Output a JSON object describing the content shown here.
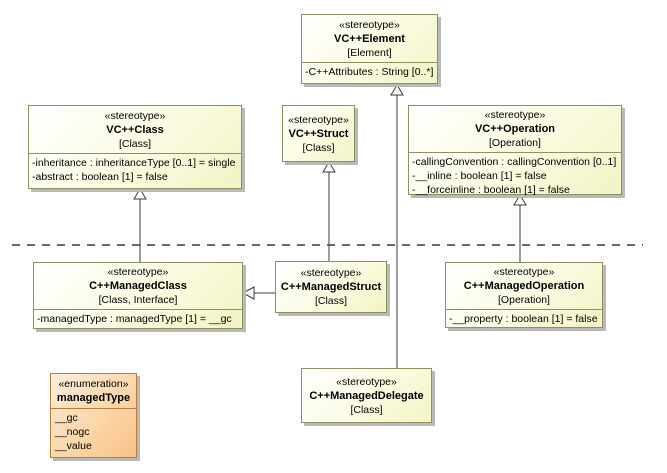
{
  "diagram": {
    "type": "uml-profile-diagram",
    "colors": {
      "class_fill": "#f3f3c4",
      "class_fill_highlight": "#ffffff",
      "class_border": "#8f8f60",
      "enum_fill": "#f8c186",
      "enum_border": "#c07b35",
      "shadow": "#b9b9b9",
      "line": "#3a3a3a",
      "background": "#ffffff"
    }
  },
  "classes": {
    "vcElement": {
      "stereotype": "«stereotype»",
      "name": "VC++Element",
      "metaclass": "[Element]",
      "attributes": [
        "-C++Attributes : String [0..*]"
      ]
    },
    "vcClass": {
      "stereotype": "«stereotype»",
      "name": "VC++Class",
      "metaclass": "[Class]",
      "attributes": [
        "-inheritance : inheritanceType [0..1] = single",
        "-abstract : boolean [1] = false"
      ]
    },
    "vcStruct": {
      "stereotype": "«stereotype»",
      "name": "VC++Struct",
      "metaclass": "[Class]"
    },
    "vcOperation": {
      "stereotype": "«stereotype»",
      "name": "VC++Operation",
      "metaclass": "[Operation]",
      "attributes": [
        "-callingConvention : callingConvention [0..1]",
        "-__inline : boolean [1] = false",
        "-__forceinline : boolean [1] = false"
      ]
    },
    "managedClass": {
      "stereotype": "«stereotype»",
      "name": "C++ManagedClass",
      "metaclass": "[Class, Interface]",
      "attributes": [
        "-managedType : managedType [1] = __gc"
      ]
    },
    "managedStruct": {
      "stereotype": "«stereotype»",
      "name": "C++ManagedStruct",
      "metaclass": "[Class]"
    },
    "managedOperation": {
      "stereotype": "«stereotype»",
      "name": "C++ManagedOperation",
      "metaclass": "[Operation]",
      "attributes": [
        "-__property : boolean [1] = false"
      ]
    },
    "managedDelegate": {
      "stereotype": "«stereotype»",
      "name": "C++ManagedDelegate",
      "metaclass": "[Class]"
    }
  },
  "enumeration": {
    "stereotype": "«enumeration»",
    "name": "managedType",
    "literals": [
      "__gc",
      "__nogc",
      "__value"
    ]
  },
  "relationships": [
    {
      "kind": "generalization",
      "from": "C++ManagedClass",
      "to": "VC++Class"
    },
    {
      "kind": "generalization",
      "from": "C++ManagedStruct",
      "to": "VC++Struct"
    },
    {
      "kind": "generalization",
      "from": "C++ManagedStruct",
      "to": "C++ManagedClass"
    },
    {
      "kind": "generalization",
      "from": "C++ManagedOperation",
      "to": "VC++Operation"
    },
    {
      "kind": "generalization",
      "from": "C++ManagedDelegate",
      "to": "VC++Element"
    },
    {
      "kind": "separator",
      "style": "dashed-horizontal"
    }
  ]
}
